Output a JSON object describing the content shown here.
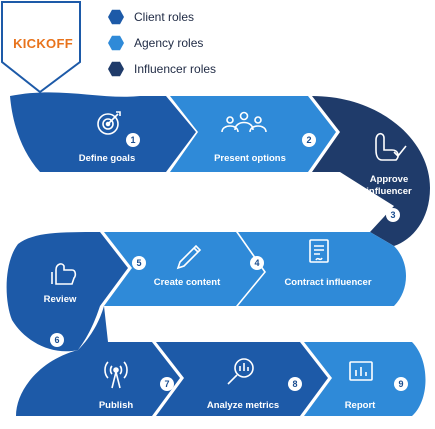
{
  "kickoff_label": "KICKOFF",
  "legend": [
    {
      "label": "Client roles",
      "color": "#1d5aa8"
    },
    {
      "label": "Agency roles",
      "color": "#2f8ad8"
    },
    {
      "label": "Influencer roles",
      "color": "#1f3b6a"
    }
  ],
  "steps": [
    {
      "number": "1",
      "label": "Define goals",
      "icon": "target-icon"
    },
    {
      "number": "2",
      "label": "Present options",
      "icon": "people-icon"
    },
    {
      "number": "3",
      "label": "Approve influencer",
      "icon": "hand-check-icon"
    },
    {
      "number": "4",
      "label": "Contract influencer",
      "icon": "contract-icon"
    },
    {
      "number": "5",
      "label": "Create content",
      "icon": "pencil-icon"
    },
    {
      "number": "6",
      "label": "Review",
      "icon": "thumbs-up-icon"
    },
    {
      "number": "7",
      "label": "Publish",
      "icon": "broadcast-icon"
    },
    {
      "number": "8",
      "label": "Analyze metrics",
      "icon": "magnify-chart-icon"
    },
    {
      "number": "9",
      "label": "Report",
      "icon": "report-icon"
    }
  ],
  "colors": {
    "client": "#1d5aa8",
    "agency": "#2f8ad8",
    "influencer": "#1f3b6a",
    "accent": "#e8731c"
  }
}
